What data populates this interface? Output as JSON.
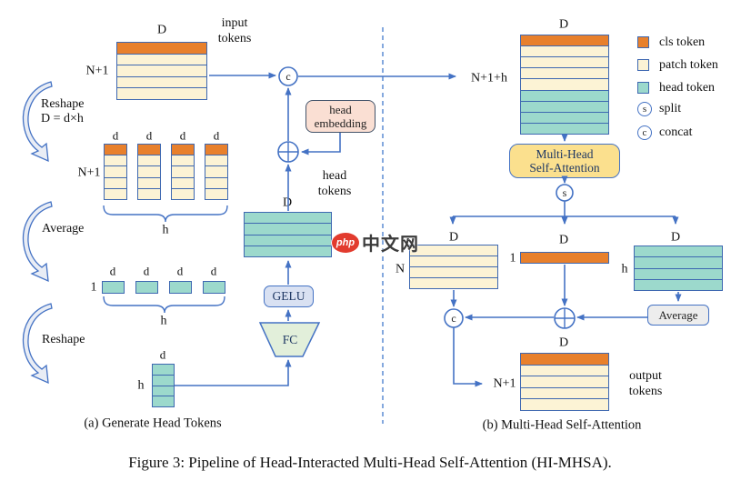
{
  "figure": {
    "caption": "Figure 3: Pipeline of Head-Interacted Multi-Head Self-Attention (HI-MHSA).",
    "panel_a_caption": "(a) Generate Head Tokens",
    "panel_b_caption": "(b) Multi-Head Self-Attention"
  },
  "dims": {
    "D": "D",
    "d": "d",
    "h": "h",
    "one": "1",
    "N": "N",
    "n_plus_1": "N+1",
    "n_plus_1_h": "N+1+h"
  },
  "annotations": {
    "input_tokens": [
      "input",
      "tokens"
    ],
    "head_tokens": [
      "head",
      "tokens"
    ],
    "output_tokens": [
      "output",
      "tokens"
    ],
    "reshape_1": [
      "Reshape",
      "D = d×h"
    ],
    "average_arrow": "Average",
    "reshape_2": "Reshape"
  },
  "boxes": {
    "head_embedding": [
      "head",
      "embedding"
    ],
    "gelu": "GELU",
    "fc": "FC",
    "mhsa": [
      "Multi-Head",
      "Self-Attention"
    ],
    "average": "Average"
  },
  "ops": {
    "concat": "c",
    "split": "s"
  },
  "legend": {
    "items": [
      {
        "token": "cls",
        "label": "cls token"
      },
      {
        "token": "patch",
        "label": "patch token"
      },
      {
        "token": "head",
        "label": "head token"
      }
    ],
    "ops": [
      {
        "glyph": "s",
        "label": "split"
      },
      {
        "glyph": "c",
        "label": "concat"
      }
    ]
  },
  "stacks": {
    "input": {
      "rows": [
        "cls",
        "patch",
        "patch",
        "patch",
        "patch"
      ]
    },
    "reshaped_col": {
      "rows": [
        "cls",
        "patch",
        "patch",
        "patch",
        "patch"
      ]
    },
    "avg_single": {
      "rows": [
        "head"
      ]
    },
    "vertical": {
      "rows": [
        "head",
        "head",
        "head",
        "head"
      ]
    },
    "head_tokens": {
      "rows": [
        "head",
        "head",
        "head",
        "head"
      ]
    },
    "mhsa_input": {
      "rows": [
        "cls",
        "patch",
        "patch",
        "patch",
        "patch",
        "head",
        "head",
        "head",
        "head"
      ]
    },
    "patch_branch": {
      "rows": [
        "patch",
        "patch",
        "patch",
        "patch"
      ]
    },
    "cls_branch": {
      "rows": [
        "cls"
      ]
    },
    "head_branch": {
      "rows": [
        "head",
        "head",
        "head",
        "head"
      ]
    },
    "output": {
      "rows": [
        "cls",
        "patch",
        "patch",
        "patch",
        "patch"
      ]
    }
  },
  "colors": {
    "cls": "#E8802C",
    "patch": "#FCF3D5",
    "head": "#9CD9CC",
    "border": "#3E68B1",
    "arrow": "#4472C4",
    "dashed": "#6F9AD8",
    "mhsa_fill": "#FBE08E",
    "gelu_fill": "#D9E1F2",
    "fc_fill": "#E2EFDA",
    "embed_fill": "#FADFD3",
    "embed_border": "#44546A",
    "average_fill": "#EDEDED",
    "watermark_red": "#E23B2E",
    "watermark_text": "#3C3C3C"
  },
  "watermark": {
    "logo": "php",
    "text": "中文网"
  }
}
